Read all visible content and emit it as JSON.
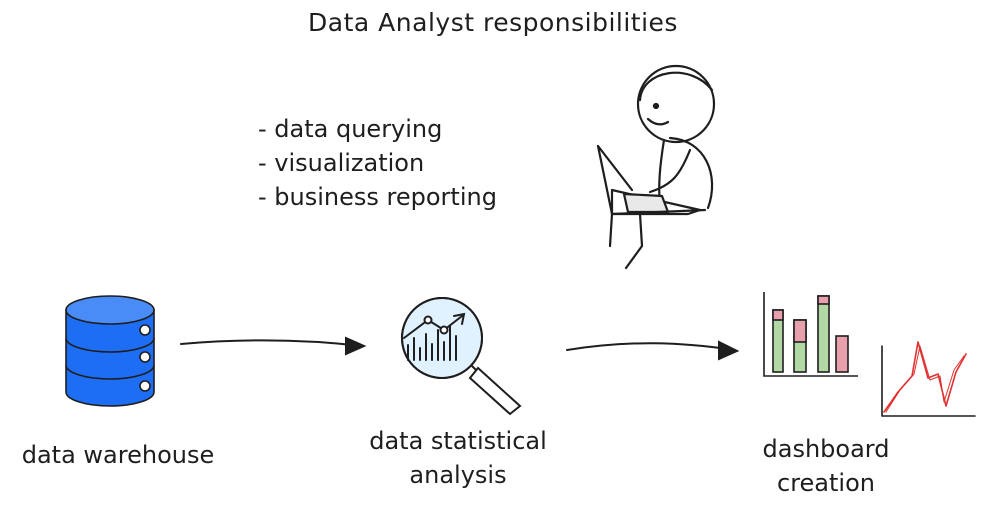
{
  "title": "Data Analyst responsibilities",
  "responsibilities": [
    "- data querying",
    "- visualization",
    "- business reporting"
  ],
  "nodes": {
    "warehouse": {
      "label": "data warehouse",
      "icon": "database-icon",
      "color": "#1e6ef5"
    },
    "analysis": {
      "label_line1": "data statistical",
      "label_line2": "analysis",
      "icon": "magnifier-chart-icon"
    },
    "dashboard": {
      "label_line1": "dashboard",
      "label_line2": "creation",
      "icon": "bar-and-line-chart-icon"
    }
  },
  "colors": {
    "ink": "#1e1e1e",
    "bar_green": "#b2d8a4",
    "bar_red": "#e8a0ac",
    "line_red": "#e03131",
    "lens_blue": "#a5d8ff"
  }
}
